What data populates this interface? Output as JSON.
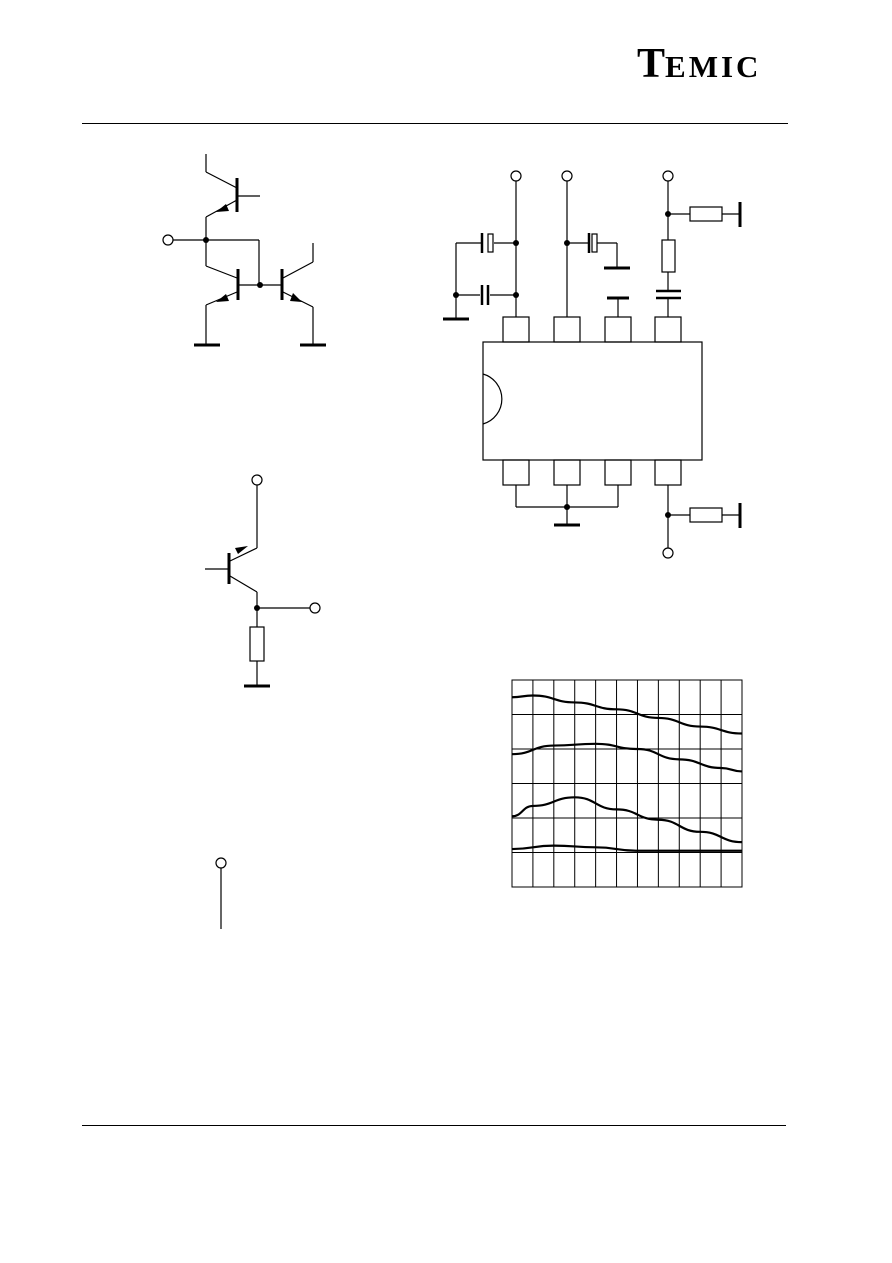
{
  "header": {
    "logo_first": "T",
    "logo_rest": "EMIC"
  },
  "chart_data": {
    "type": "line",
    "title": "",
    "xlabel": "",
    "ylabel": "",
    "grid": true,
    "columns": 11,
    "rows": 6,
    "series": [
      {
        "points": [
          [
            0,
            5.5
          ],
          [
            1,
            5.55
          ],
          [
            3,
            5.35
          ],
          [
            5,
            5.15
          ],
          [
            7,
            4.9
          ],
          [
            9,
            4.65
          ],
          [
            11,
            4.45
          ]
        ]
      },
      {
        "points": [
          [
            0,
            3.85
          ],
          [
            2,
            4.1
          ],
          [
            4,
            4.15
          ],
          [
            6,
            4.0
          ],
          [
            8,
            3.7
          ],
          [
            10,
            3.45
          ],
          [
            11,
            3.35
          ]
        ]
      },
      {
        "points": [
          [
            0,
            2.05
          ],
          [
            1,
            2.35
          ],
          [
            3,
            2.6
          ],
          [
            5,
            2.25
          ],
          [
            7,
            1.95
          ],
          [
            9,
            1.6
          ],
          [
            11,
            1.3
          ]
        ]
      },
      {
        "points": [
          [
            0,
            1.1
          ],
          [
            2,
            1.2
          ],
          [
            4,
            1.15
          ],
          [
            6,
            1.05
          ],
          [
            8,
            1.05
          ],
          [
            10,
            1.05
          ],
          [
            11,
            1.05
          ]
        ]
      }
    ]
  }
}
